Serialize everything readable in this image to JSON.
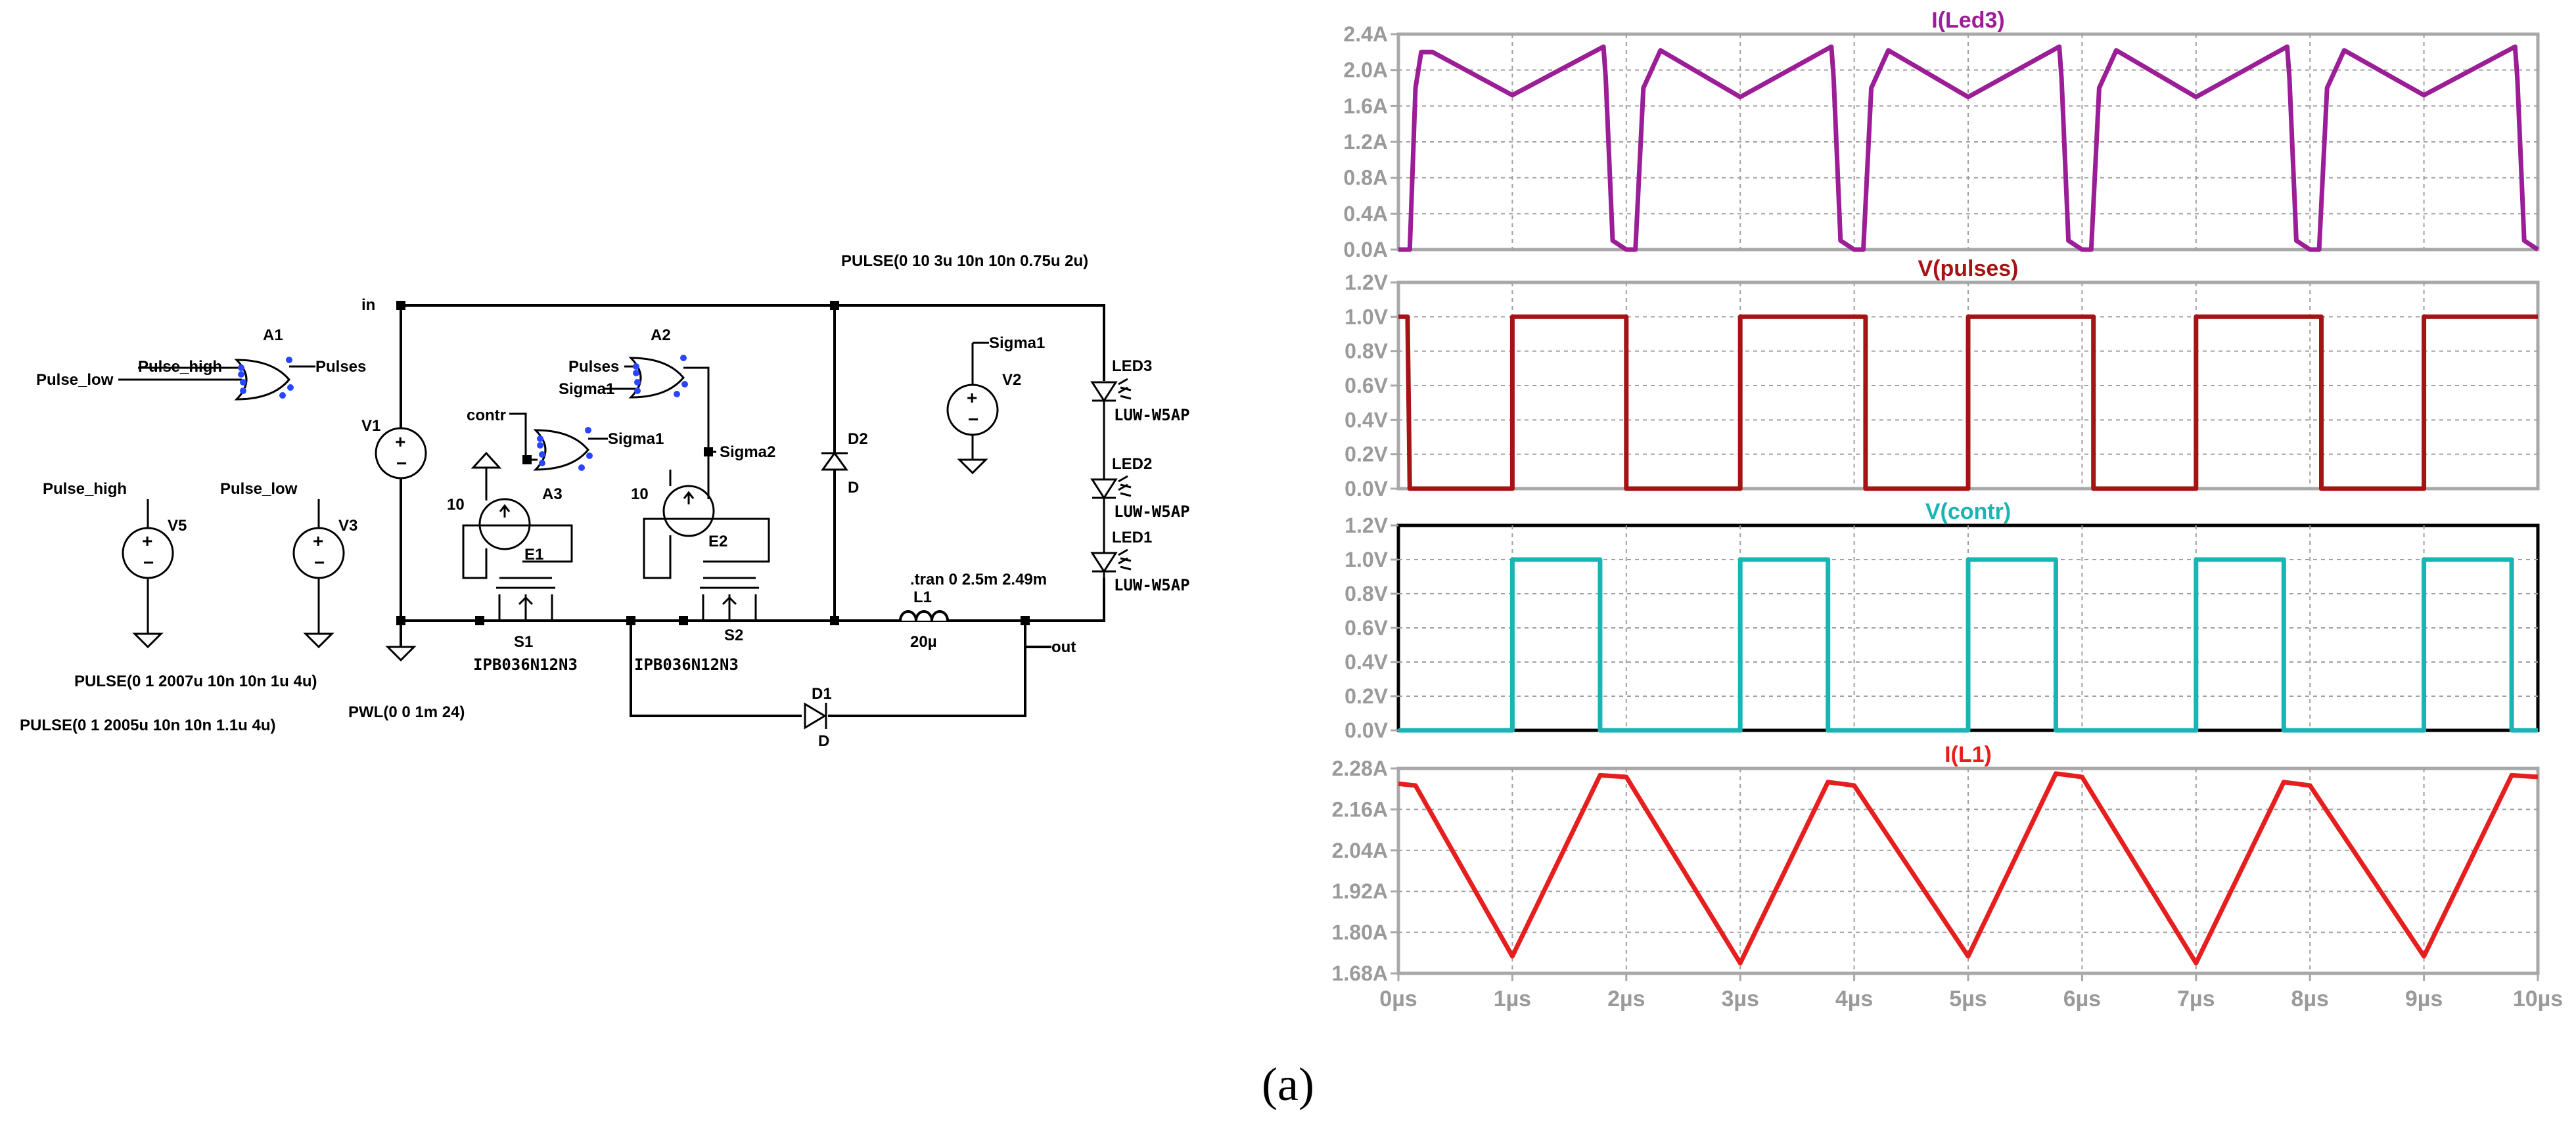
{
  "schematic": {
    "net_labels": {
      "pulse_low_in": "Pulse_low",
      "pulse_high_in": "Pulse_high",
      "pulses_out": "Pulses",
      "in": "in",
      "contr": "contr",
      "pulses_a2": "Pulses",
      "sigma1_a2": "Sigma1",
      "sigma1_a3": "Sigma1",
      "sigma2": "Sigma2",
      "sigma1_v2": "Sigma1",
      "pulse_high_v5": "Pulse_high",
      "pulse_low_v3": "Pulse_low",
      "out": "out"
    },
    "components": {
      "A1": "A1",
      "A2": "A2",
      "A3": "A3",
      "V1": "V1",
      "V2": "V2",
      "V3": "V3",
      "V5": "V5",
      "E1": "E1",
      "E2": "E2",
      "E1_gain": "10",
      "E2_gain": "10",
      "S1": "S1",
      "S2": "S2",
      "S1_model": "IPB036N12N3",
      "S2_model": "IPB036N12N3",
      "D1": "D1",
      "D2": "D2",
      "D1_model": "D",
      "D2_model": "D",
      "L1": "L1",
      "L1_value": "20µ",
      "LED1": "LED1",
      "LED2": "LED2",
      "LED3": "LED3",
      "LED1_model": "LUW-W5AP",
      "LED2_model": "LUW-W5AP",
      "LED3_model": "LUW-W5AP"
    },
    "directives": {
      "v2_pulse": "PULSE(0 10 3u 10n 10n 0.75u 2u)",
      "v5_pulse": "PULSE(0 1 2007u 10n 10n 1u 4u)",
      "v3_pulse": "PULSE(0 1 2005u 10n 10n 1.1u 4u)",
      "v1_pwl": "PWL(0 0 1m 24)",
      "tran": ".tran 0 2.5m 2.49m"
    }
  },
  "chart_data": [
    {
      "type": "line",
      "title": "I(Led3)",
      "color": "#9b1e96",
      "ylim": [
        0,
        2.4
      ],
      "yticks": [
        "0.0A",
        "0.4A",
        "0.8A",
        "1.2A",
        "1.6A",
        "2.0A",
        "2.4A"
      ],
      "ytick_values": [
        0,
        0.4,
        0.8,
        1.2,
        1.6,
        2.0,
        2.4
      ],
      "xlim": [
        0,
        10
      ],
      "x": [
        0.0,
        0.1,
        0.15,
        0.2,
        0.3,
        1.0,
        1.8,
        1.82,
        1.88,
        2.0,
        2.08,
        2.15,
        2.3,
        3.0,
        3.8,
        3.82,
        3.88,
        4.0,
        4.08,
        4.15,
        4.3,
        5.0,
        5.8,
        5.82,
        5.88,
        6.0,
        6.08,
        6.15,
        6.3,
        7.0,
        7.8,
        7.82,
        7.88,
        8.0,
        8.08,
        8.15,
        8.3,
        9.0,
        9.8,
        9.82,
        9.88,
        10.0
      ],
      "y": [
        0.0,
        0.0,
        1.8,
        2.2,
        2.2,
        1.72,
        2.26,
        1.9,
        0.1,
        0.0,
        0.0,
        1.8,
        2.22,
        1.7,
        2.26,
        1.9,
        0.1,
        0.0,
        0.0,
        1.8,
        2.22,
        1.7,
        2.26,
        1.9,
        0.1,
        0.0,
        0.0,
        1.8,
        2.22,
        1.7,
        2.26,
        1.9,
        0.1,
        0.0,
        0.0,
        1.8,
        2.22,
        1.72,
        2.26,
        1.9,
        0.1,
        0.0
      ]
    },
    {
      "type": "line",
      "title": "V(pulses)",
      "color": "#a51414",
      "ylim": [
        0,
        1.2
      ],
      "yticks": [
        "0.0V",
        "0.2V",
        "0.4V",
        "0.6V",
        "0.8V",
        "1.0V",
        "1.2V"
      ],
      "ytick_values": [
        0,
        0.2,
        0.4,
        0.6,
        0.8,
        1.0,
        1.2
      ],
      "xlim": [
        0,
        10
      ],
      "x": [
        0.0,
        0.08,
        0.1,
        1.0,
        1.0,
        2.0,
        2.0,
        3.0,
        3.0,
        4.1,
        4.1,
        5.0,
        5.0,
        6.1,
        6.1,
        7.0,
        7.0,
        8.1,
        8.1,
        9.0,
        9.0,
        10.0
      ],
      "y": [
        1.0,
        1.0,
        0.0,
        0.0,
        1.0,
        1.0,
        0.0,
        0.0,
        1.0,
        1.0,
        0.0,
        0.0,
        1.0,
        1.0,
        0.0,
        0.0,
        1.0,
        1.0,
        0.0,
        0.0,
        1.0,
        1.0
      ]
    },
    {
      "type": "line",
      "title": "V(contr)",
      "color": "#19b4b4",
      "ylim": [
        0,
        1.2
      ],
      "yticks": [
        "0.0V",
        "0.2V",
        "0.4V",
        "0.6V",
        "0.8V",
        "1.0V",
        "1.2V"
      ],
      "ytick_values": [
        0,
        0.2,
        0.4,
        0.6,
        0.8,
        1.0,
        1.2
      ],
      "xlim": [
        0,
        10
      ],
      "x": [
        0.0,
        1.0,
        1.0,
        1.77,
        1.77,
        3.0,
        3.0,
        3.77,
        3.77,
        5.0,
        5.0,
        5.77,
        5.77,
        7.0,
        7.0,
        7.77,
        7.77,
        9.0,
        9.0,
        9.77,
        9.77,
        10.0
      ],
      "y": [
        0.0,
        0.0,
        1.0,
        1.0,
        0.0,
        0.0,
        1.0,
        1.0,
        0.0,
        0.0,
        1.0,
        1.0,
        0.0,
        0.0,
        1.0,
        1.0,
        0.0,
        0.0,
        1.0,
        1.0,
        0.0,
        0.0
      ]
    },
    {
      "type": "line",
      "title": "I(L1)",
      "color": "#e61e1e",
      "ylim": [
        1.68,
        2.28
      ],
      "yticks": [
        "1.68A",
        "1.80A",
        "1.92A",
        "2.04A",
        "2.16A",
        "2.28A"
      ],
      "ytick_values": [
        1.68,
        1.8,
        1.92,
        2.04,
        2.16,
        2.28
      ],
      "xlim": [
        0,
        10
      ],
      "xticks": [
        "0µs",
        "1µs",
        "2µs",
        "3µs",
        "4µs",
        "5µs",
        "6µs",
        "7µs",
        "8µs",
        "9µs",
        "10µs"
      ],
      "xtick_values": [
        0,
        1,
        2,
        3,
        4,
        5,
        6,
        7,
        8,
        9,
        10
      ],
      "x": [
        0.0,
        0.15,
        1.0,
        1.77,
        2.0,
        3.0,
        3.77,
        4.0,
        5.0,
        5.77,
        6.0,
        7.0,
        7.77,
        8.0,
        9.0,
        9.77,
        10.0
      ],
      "y": [
        2.235,
        2.23,
        1.73,
        2.26,
        2.255,
        1.71,
        2.24,
        2.23,
        1.73,
        2.265,
        2.255,
        1.71,
        2.24,
        2.23,
        1.73,
        2.26,
        2.255
      ]
    }
  ],
  "caption": "(a)"
}
